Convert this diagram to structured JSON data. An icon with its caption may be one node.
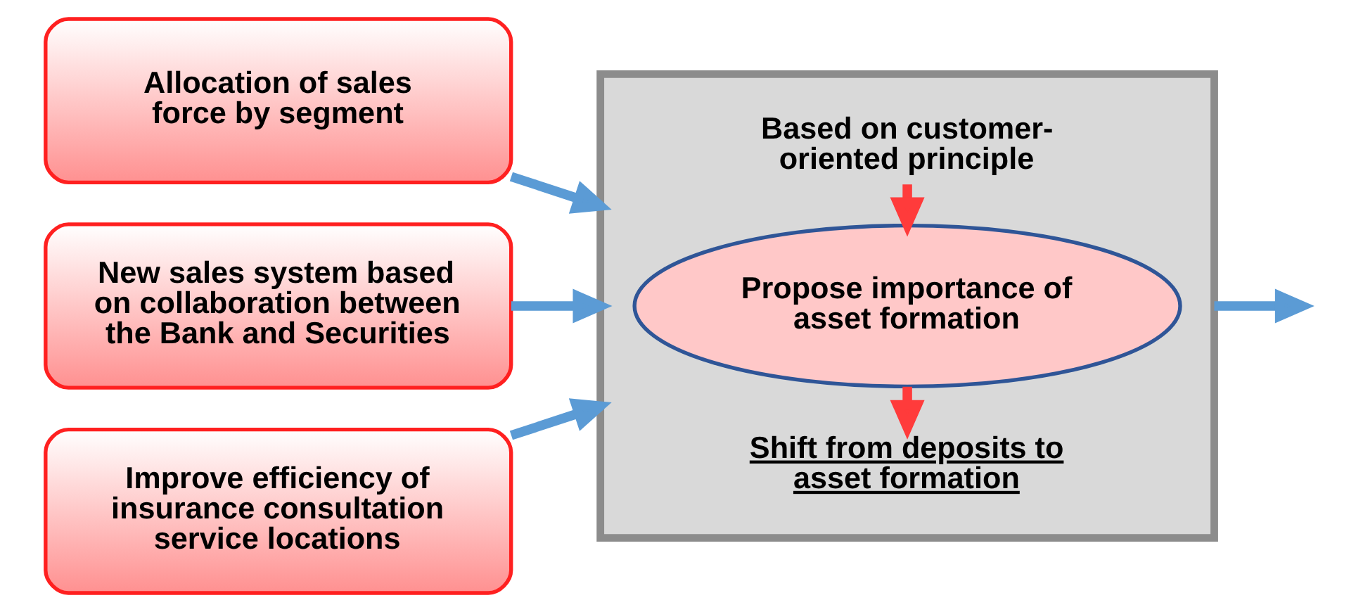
{
  "diagram": {
    "nodes": [
      {
        "text": [
          "Allocation of sales force by segment"
        ]
      },
      {
        "text": [
          "New sales system based on collaboration between the Bank and Securities"
        ]
      },
      {
        "text": [
          "Improve efficiency of insurance consultation service locations"
        ]
      },
      {
        "text": [],
        "shape": "box"
      },
      {
        "text": [
          "Based on customer-oriented principle"
        ],
        "in": 3
      },
      {
        "text": [
          "Propose importance of asset formation"
        ],
        "in": 3
      },
      {
        "text": [
          "Shift from deposits to asset formation"
        ],
        "in": 3
      }
    ],
    "edges": [
      {
        "from": 0,
        "to": 3,
        "arrow": "to"
      },
      {
        "from": 1,
        "to": 3,
        "arrow": "to"
      },
      {
        "from": 2,
        "to": 3,
        "arrow": "to"
      },
      {
        "from": 4,
        "to": 5,
        "arrow": "to",
        "color": "#ff3b3b"
      },
      {
        "from": 5,
        "to": 6,
        "arrow": "to",
        "color": "#ff3b3b"
      },
      {
        "from": 3,
        "to": null,
        "arrow": "to"
      }
    ]
  }
}
